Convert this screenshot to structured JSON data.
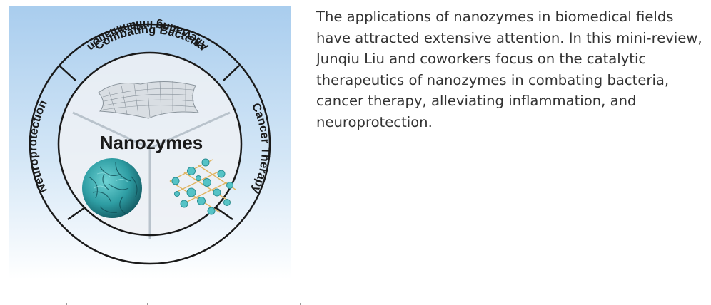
{
  "figure": {
    "center_label": "Nanozymes",
    "sections": {
      "top": "Combating Bacteria",
      "right": "Cancer Therapy",
      "bottom": "Alleviating Inflammation",
      "left": "Neuroprotection"
    },
    "colors": {
      "background_top": "#a9cdee",
      "background_bottom": "#ffffff",
      "ring": "#1a1a1a",
      "divider": "#b9c3cc",
      "particle": "#2e9da3",
      "mof": "#55c3c6"
    }
  },
  "caption": {
    "text": "The applications of nanozymes in biomedical fields have attracted extensive attention. In this mini-review, Junqiu Liu and coworkers focus on the catalytic therapeutics of nanozymes in combating bacteria, cancer therapy, alleviating inflammation, and neuroprotection."
  }
}
